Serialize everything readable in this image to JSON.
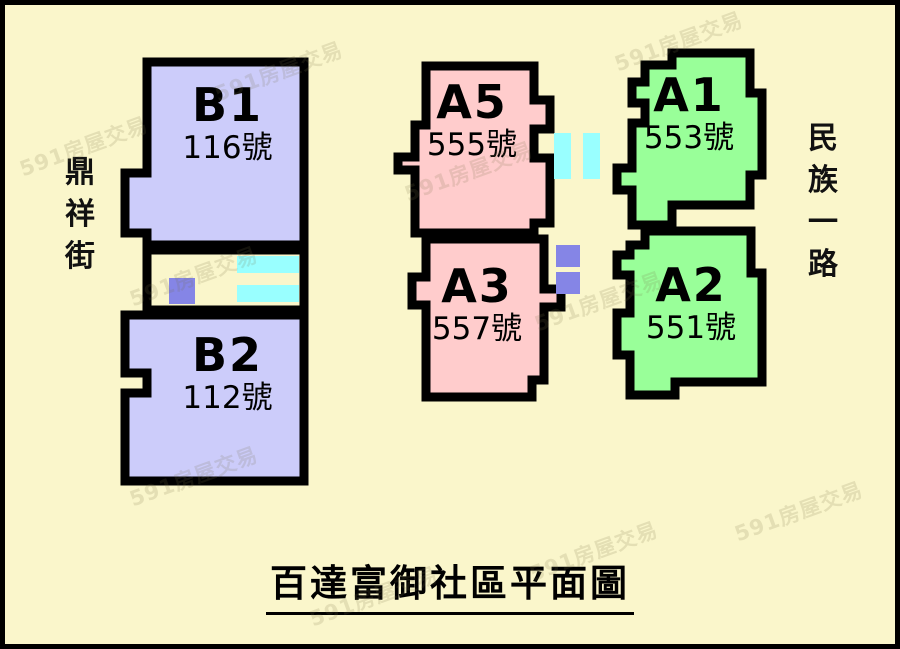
{
  "page": {
    "background_color": "#FAF6CB",
    "frame_color": "#000000",
    "title": "百達富御社區平面圖"
  },
  "streets": {
    "left": {
      "name": "鼎祥街",
      "chars": [
        "鼎",
        "祥",
        "街"
      ]
    },
    "right": {
      "name": "民族一路",
      "chars": [
        "民",
        "族",
        "一",
        "路"
      ]
    }
  },
  "blocks": [
    {
      "id": "B1",
      "code": "B1",
      "number": "116號",
      "fill_color": "#CCCCFA",
      "outline_color": "#000000"
    },
    {
      "id": "B2",
      "code": "B2",
      "number": "112號",
      "fill_color": "#CCCCFA",
      "outline_color": "#000000"
    },
    {
      "id": "A5",
      "code": "A5",
      "number": "555號",
      "fill_color": "#FFCCCC",
      "outline_color": "#000000"
    },
    {
      "id": "A3",
      "code": "A3",
      "number": "557號",
      "fill_color": "#FFCCCC",
      "outline_color": "#000000"
    },
    {
      "id": "A1",
      "code": "A1",
      "number": "553號",
      "fill_color": "#99FF99",
      "outline_color": "#000000"
    },
    {
      "id": "A2",
      "code": "A2",
      "number": "551號",
      "fill_color": "#99FF99",
      "outline_color": "#000000"
    }
  ],
  "amenities": {
    "elevator_color": "#99FFFF",
    "stair_color": "#8585E6",
    "b_block_elevators": 2,
    "b_block_stairs": 1,
    "a_block_elevators": 2,
    "a_block_stairs": 2
  },
  "watermarks": [
    "591房屋交易",
    "591房屋交易",
    "591房屋交易",
    "591房屋交易",
    "591房屋交易",
    "591房屋交易",
    "591房屋交易",
    "591房屋交易",
    "591房屋交易",
    "591房屋交易"
  ]
}
